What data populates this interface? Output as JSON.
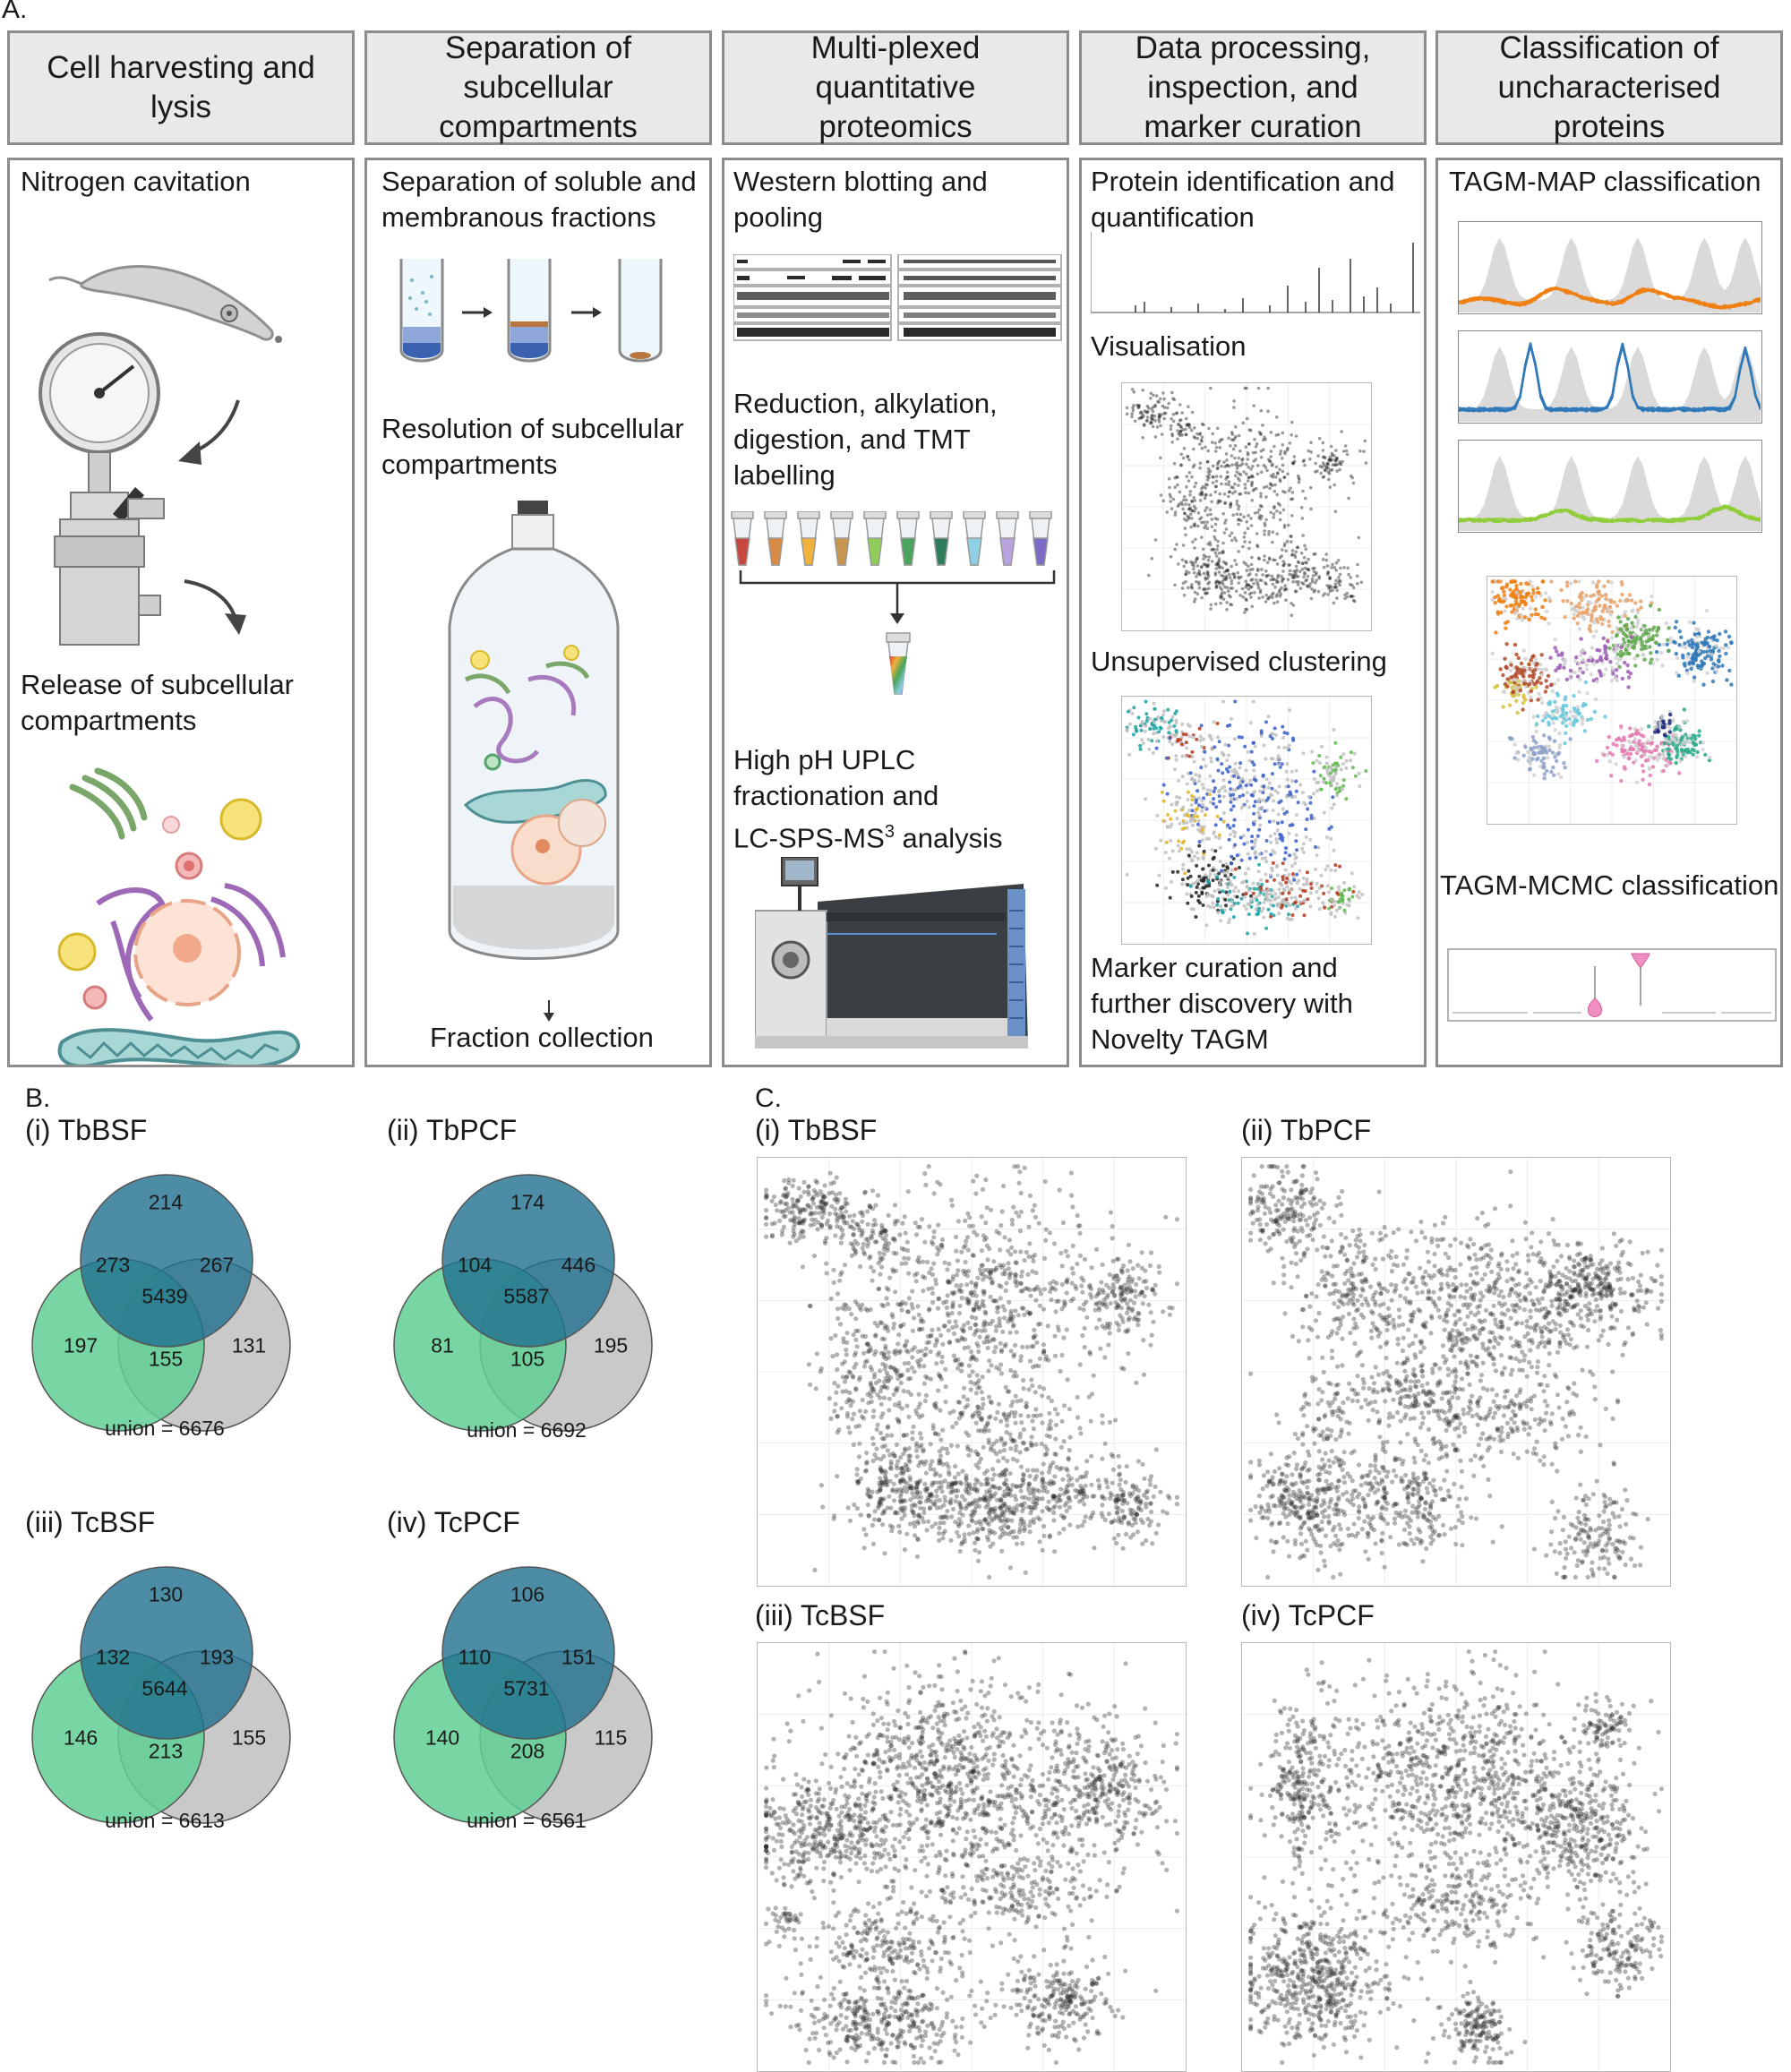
{
  "panel_a": {
    "letter": "A.",
    "headers": [
      "Cell harvesting and lysis",
      "Separation of subcellular compartments",
      "Multi-plexed quantitative proteomics",
      "Data processing, inspection, and marker curation",
      "Classification of uncharacterised proteins"
    ],
    "col1": {
      "step1": "Nitrogen cavitation",
      "step2": "Release of subcellular compartments"
    },
    "col2": {
      "step1": "Separation of soluble and membranous fractions",
      "step2": "Resolution of subcellular compartments",
      "step3": "Fraction collection"
    },
    "col3": {
      "step1": "Western blotting and pooling",
      "step2": "Reduction, alkylation, digestion, and TMT labelling",
      "step3_line1": "High pH UPLC",
      "step3_line2": "fractionation and",
      "step3_line3_pre": "LC-SPS-MS",
      "step3_sup": "3",
      "step3_line3_post": " analysis"
    },
    "col4": {
      "step1": "Protein identification and quantification",
      "step2": "Visualisation",
      "step3": "Unsupervised clustering",
      "step4": "Marker curation and further discovery with Novelty TAGM"
    },
    "col5": {
      "step1": "TAGM-MAP classification",
      "step2": "TAGM-MCMC classification"
    }
  },
  "panel_b": {
    "letter": "B.",
    "venns": [
      {
        "title": "(i) TbBSF",
        "top": "214",
        "left": "197",
        "right": "131",
        "top_left": "273",
        "top_right": "267",
        "left_right": "155",
        "center": "5439",
        "union": "union = 6676"
      },
      {
        "title": "(ii) TbPCF",
        "top": "174",
        "left": "81",
        "right": "195",
        "top_left": "104",
        "top_right": "446",
        "left_right": "105",
        "center": "5587",
        "union": "union = 6692"
      },
      {
        "title": "(iii) TcBSF",
        "top": "130",
        "left": "146",
        "right": "155",
        "top_left": "132",
        "top_right": "193",
        "left_right": "213",
        "center": "5644",
        "union": "union = 6613"
      },
      {
        "title": "(iv) TcPCF",
        "top": "106",
        "left": "140",
        "right": "115",
        "top_left": "110",
        "top_right": "151",
        "left_right": "208",
        "center": "5731",
        "union": "union = 6561"
      }
    ],
    "colors": {
      "top": "#1f6f8f",
      "left": "#5fcf93",
      "right": "#c6c6c6"
    }
  },
  "panel_c": {
    "letter": "C.",
    "plots": [
      "(i) TbBSF",
      "(ii) TbPCF",
      "(iii) TcBSF",
      "(iv) TcPCF"
    ]
  },
  "colors": {
    "orange": "#f07f12",
    "blue": "#2f78b8",
    "green": "#8fcc3a",
    "box_border": "#8c8c8c",
    "header_fill": "#e9e9e9"
  }
}
